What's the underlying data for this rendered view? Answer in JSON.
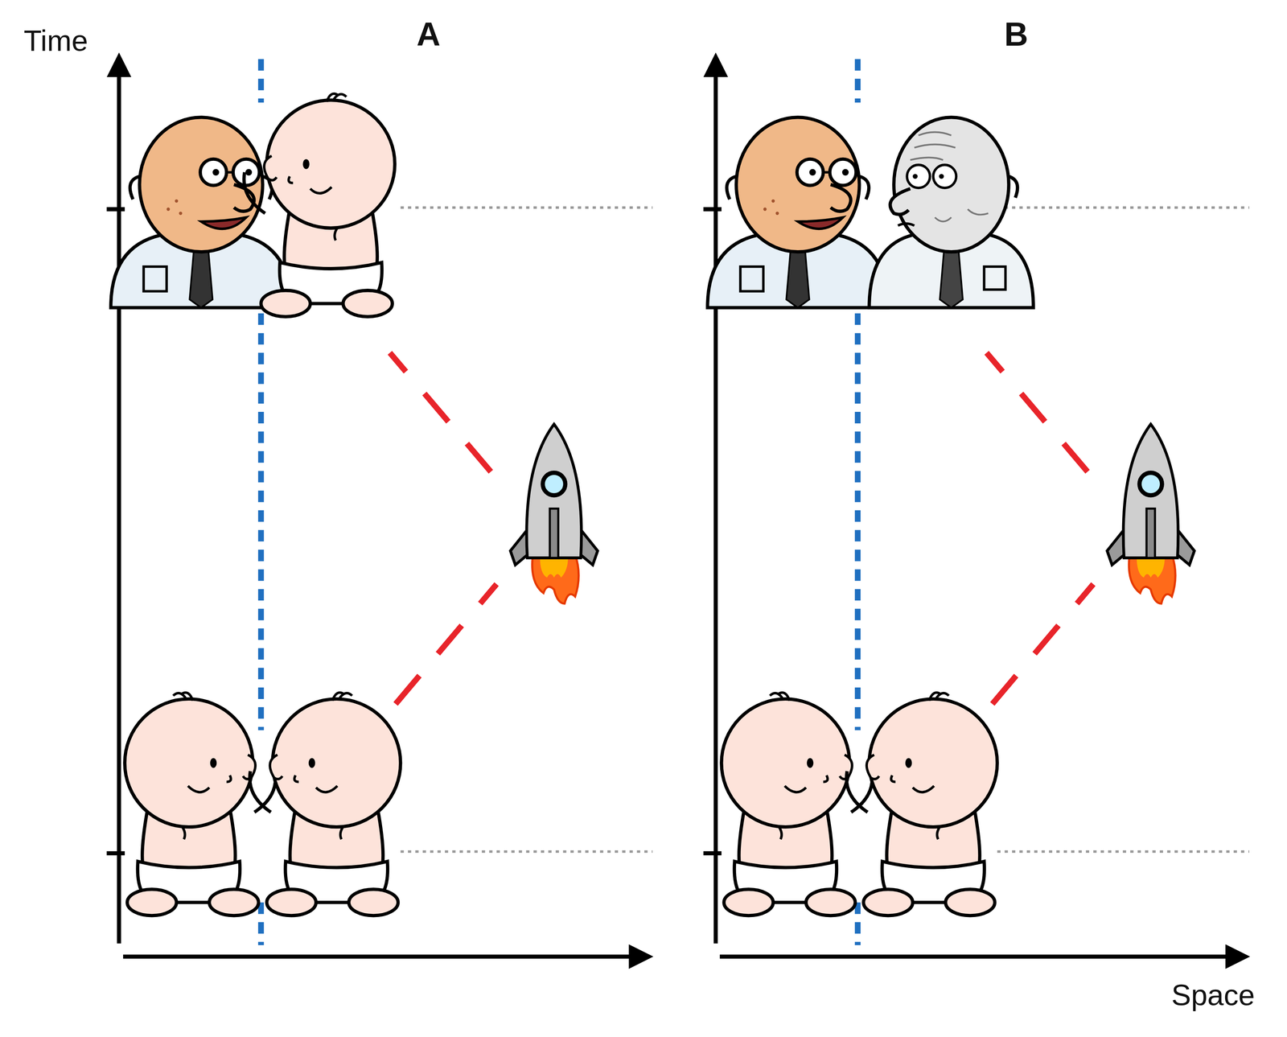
{
  "diagram": {
    "labels": [
      "Time",
      "A",
      "B",
      "Space"
    ]
  }
}
